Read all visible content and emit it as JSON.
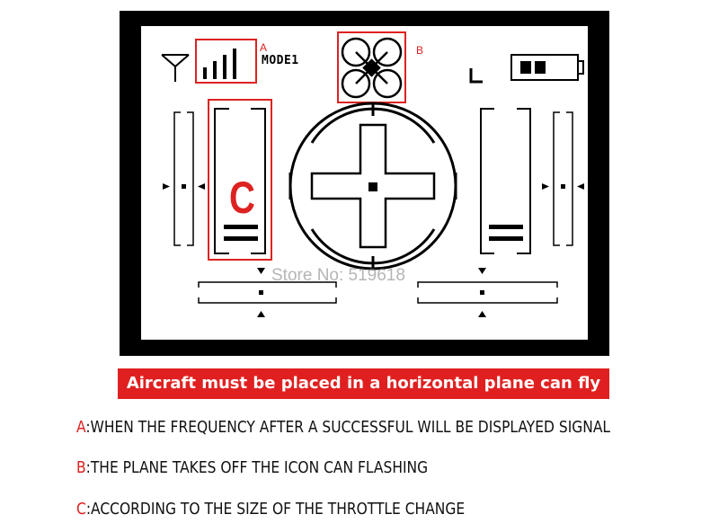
{
  "lcd": {
    "mode_label": "MODE1",
    "marker_a": "A",
    "marker_b": "B",
    "throttle_letter": "C",
    "signal_bars": 4,
    "battery_level": 2
  },
  "watermark": "Store No: 519618",
  "banner": "Aircraft must be placed in a horizontal plane can fly",
  "legend": [
    {
      "key": "A",
      "text": ":WHEN THE FREQUENCY AFTER A SUCCESSFUL WILL BE DISPLAYED SIGNAL"
    },
    {
      "key": "B",
      "text": ":THE PLANE TAKES OFF THE ICON CAN FLASHING"
    },
    {
      "key": "C",
      "text": ":ACCORDING TO  THE SIZE OF THE THROTTLE CHANGE"
    }
  ],
  "colors": {
    "highlight": "#d22222",
    "banner": "#e02020",
    "frame": "#000000"
  }
}
